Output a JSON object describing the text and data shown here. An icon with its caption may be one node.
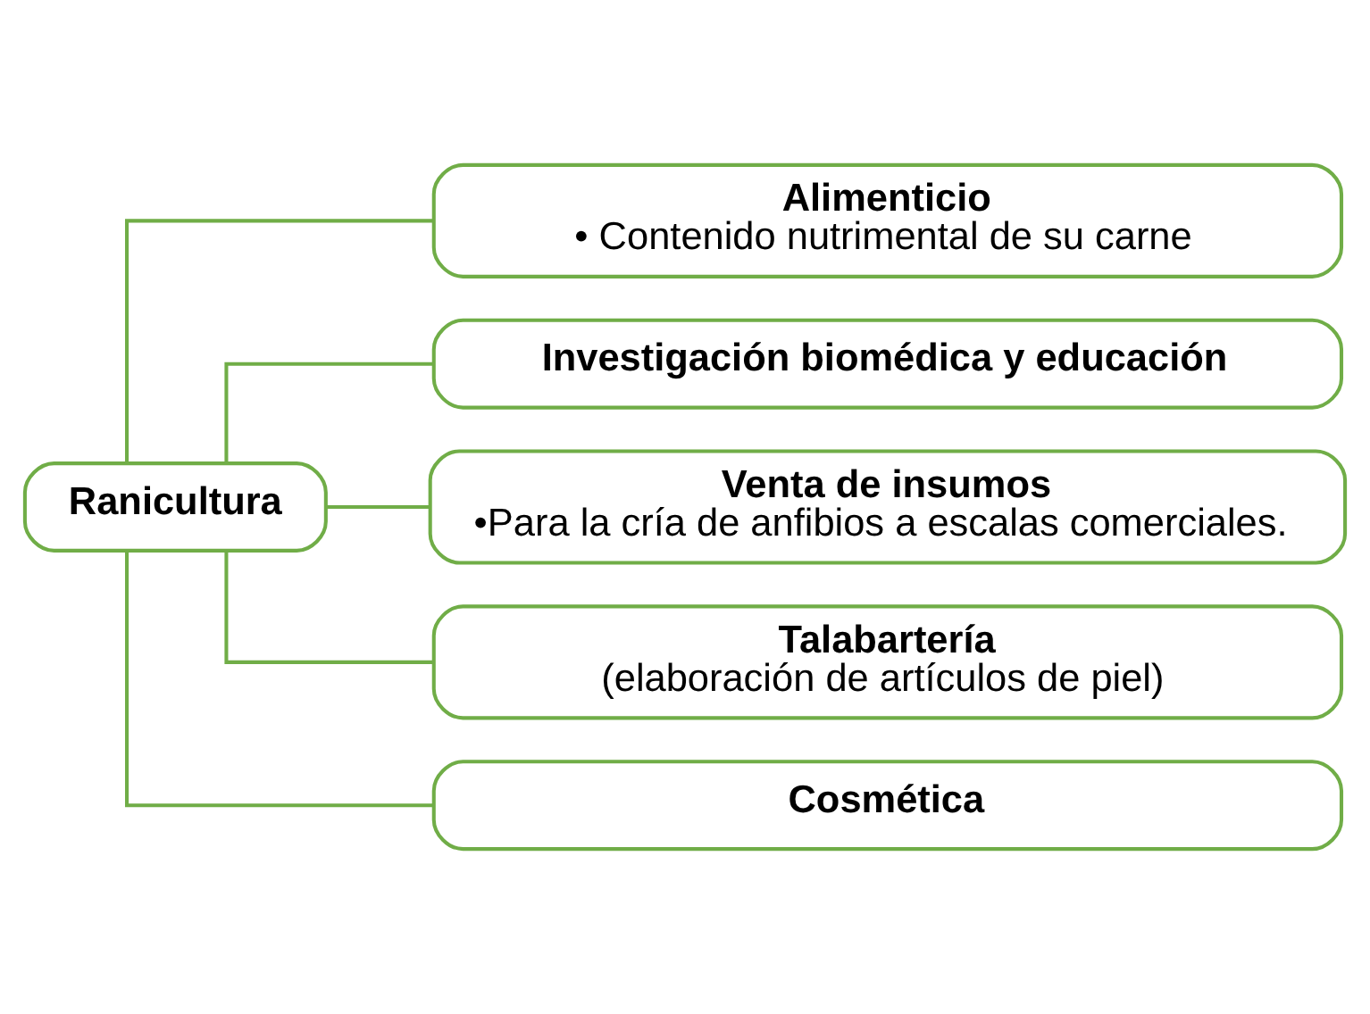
{
  "diagram": {
    "nodes": [
      {
        "text": [
          "Ranicultura"
        ]
      },
      {
        "text": [
          "Alimenticio",
          "• Contenido nutrimental de su carne"
        ]
      },
      {
        "text": [
          "Investigación biomédica y educación"
        ]
      },
      {
        "text": [
          "Venta de insumos",
          "•Para la cría de anfibios a escalas comerciales."
        ]
      },
      {
        "text": [
          "Talabartería",
          "(elaboración de artículos de piel)"
        ]
      },
      {
        "text": [
          "Cosmética"
        ]
      }
    ],
    "edges": [
      {
        "from": 0,
        "to": 1,
        "arrow": "none"
      },
      {
        "from": 0,
        "to": 2,
        "arrow": "none"
      },
      {
        "from": 0,
        "to": 3,
        "arrow": "none"
      },
      {
        "from": 0,
        "to": 4,
        "arrow": "none"
      },
      {
        "from": 0,
        "to": 5,
        "arrow": "none"
      }
    ]
  }
}
